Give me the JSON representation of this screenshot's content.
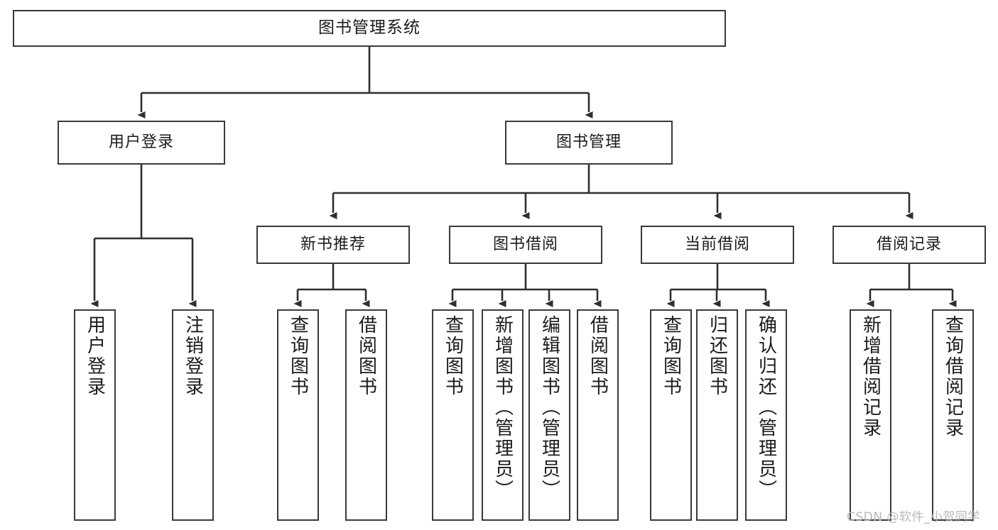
{
  "diagram": {
    "title": "图书管理系统",
    "type": "tree-hierarchy",
    "root": {
      "label": "图书管理系统"
    },
    "level2": [
      {
        "label": "用户登录"
      },
      {
        "label": "图书管理"
      }
    ],
    "level3": [
      {
        "label": "新书推荐"
      },
      {
        "label": "图书借阅"
      },
      {
        "label": "当前借阅"
      },
      {
        "label": "借阅记录"
      }
    ],
    "leaves": {
      "user_login": [
        {
          "label": "用户登录"
        },
        {
          "label": "注销登录"
        }
      ],
      "new_book_recommend": [
        {
          "label": "查询图书"
        },
        {
          "label": "借阅图书"
        }
      ],
      "book_borrow": [
        {
          "label": "查询图书"
        },
        {
          "label": "新增图书（管理员）"
        },
        {
          "label": "编辑图书（管理员）"
        },
        {
          "label": "借阅图书"
        }
      ],
      "current_borrow": [
        {
          "label": "查询图书"
        },
        {
          "label": "归还图书"
        },
        {
          "label": "确认归还（管理员）"
        }
      ],
      "borrow_records": [
        {
          "label": "新增借阅记录"
        },
        {
          "label": "查询借阅记录"
        }
      ]
    }
  },
  "watermark": {
    "text": "CSDN @软件_小贺同学"
  },
  "colors": {
    "box_border": "#3a3a3a",
    "box_fill": "#ffffff",
    "wire": "#2f2f2f",
    "text": "#1b1b1b",
    "watermark": "#b9b9b9"
  }
}
